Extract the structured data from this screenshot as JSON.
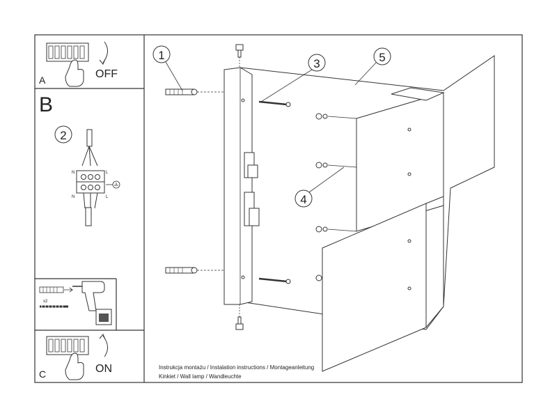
{
  "panels": {
    "a": {
      "letter": "A",
      "action": "OFF"
    },
    "b": {
      "letter": "B"
    },
    "c": {
      "letter": "C",
      "action": "ON"
    }
  },
  "wiring": {
    "callout": "2",
    "left_terminals": [
      "N",
      "L"
    ],
    "right_terminals": [
      "N",
      "L"
    ]
  },
  "tools": {
    "anchor_qty": "x2"
  },
  "callouts": [
    "1",
    "3",
    "5",
    "4"
  ],
  "footer": {
    "line1": "Instrukcja montażu / Instalation instructions / Montageanleitung",
    "line2": "Kinkiet / Wall lamp / Wandleuchte"
  }
}
